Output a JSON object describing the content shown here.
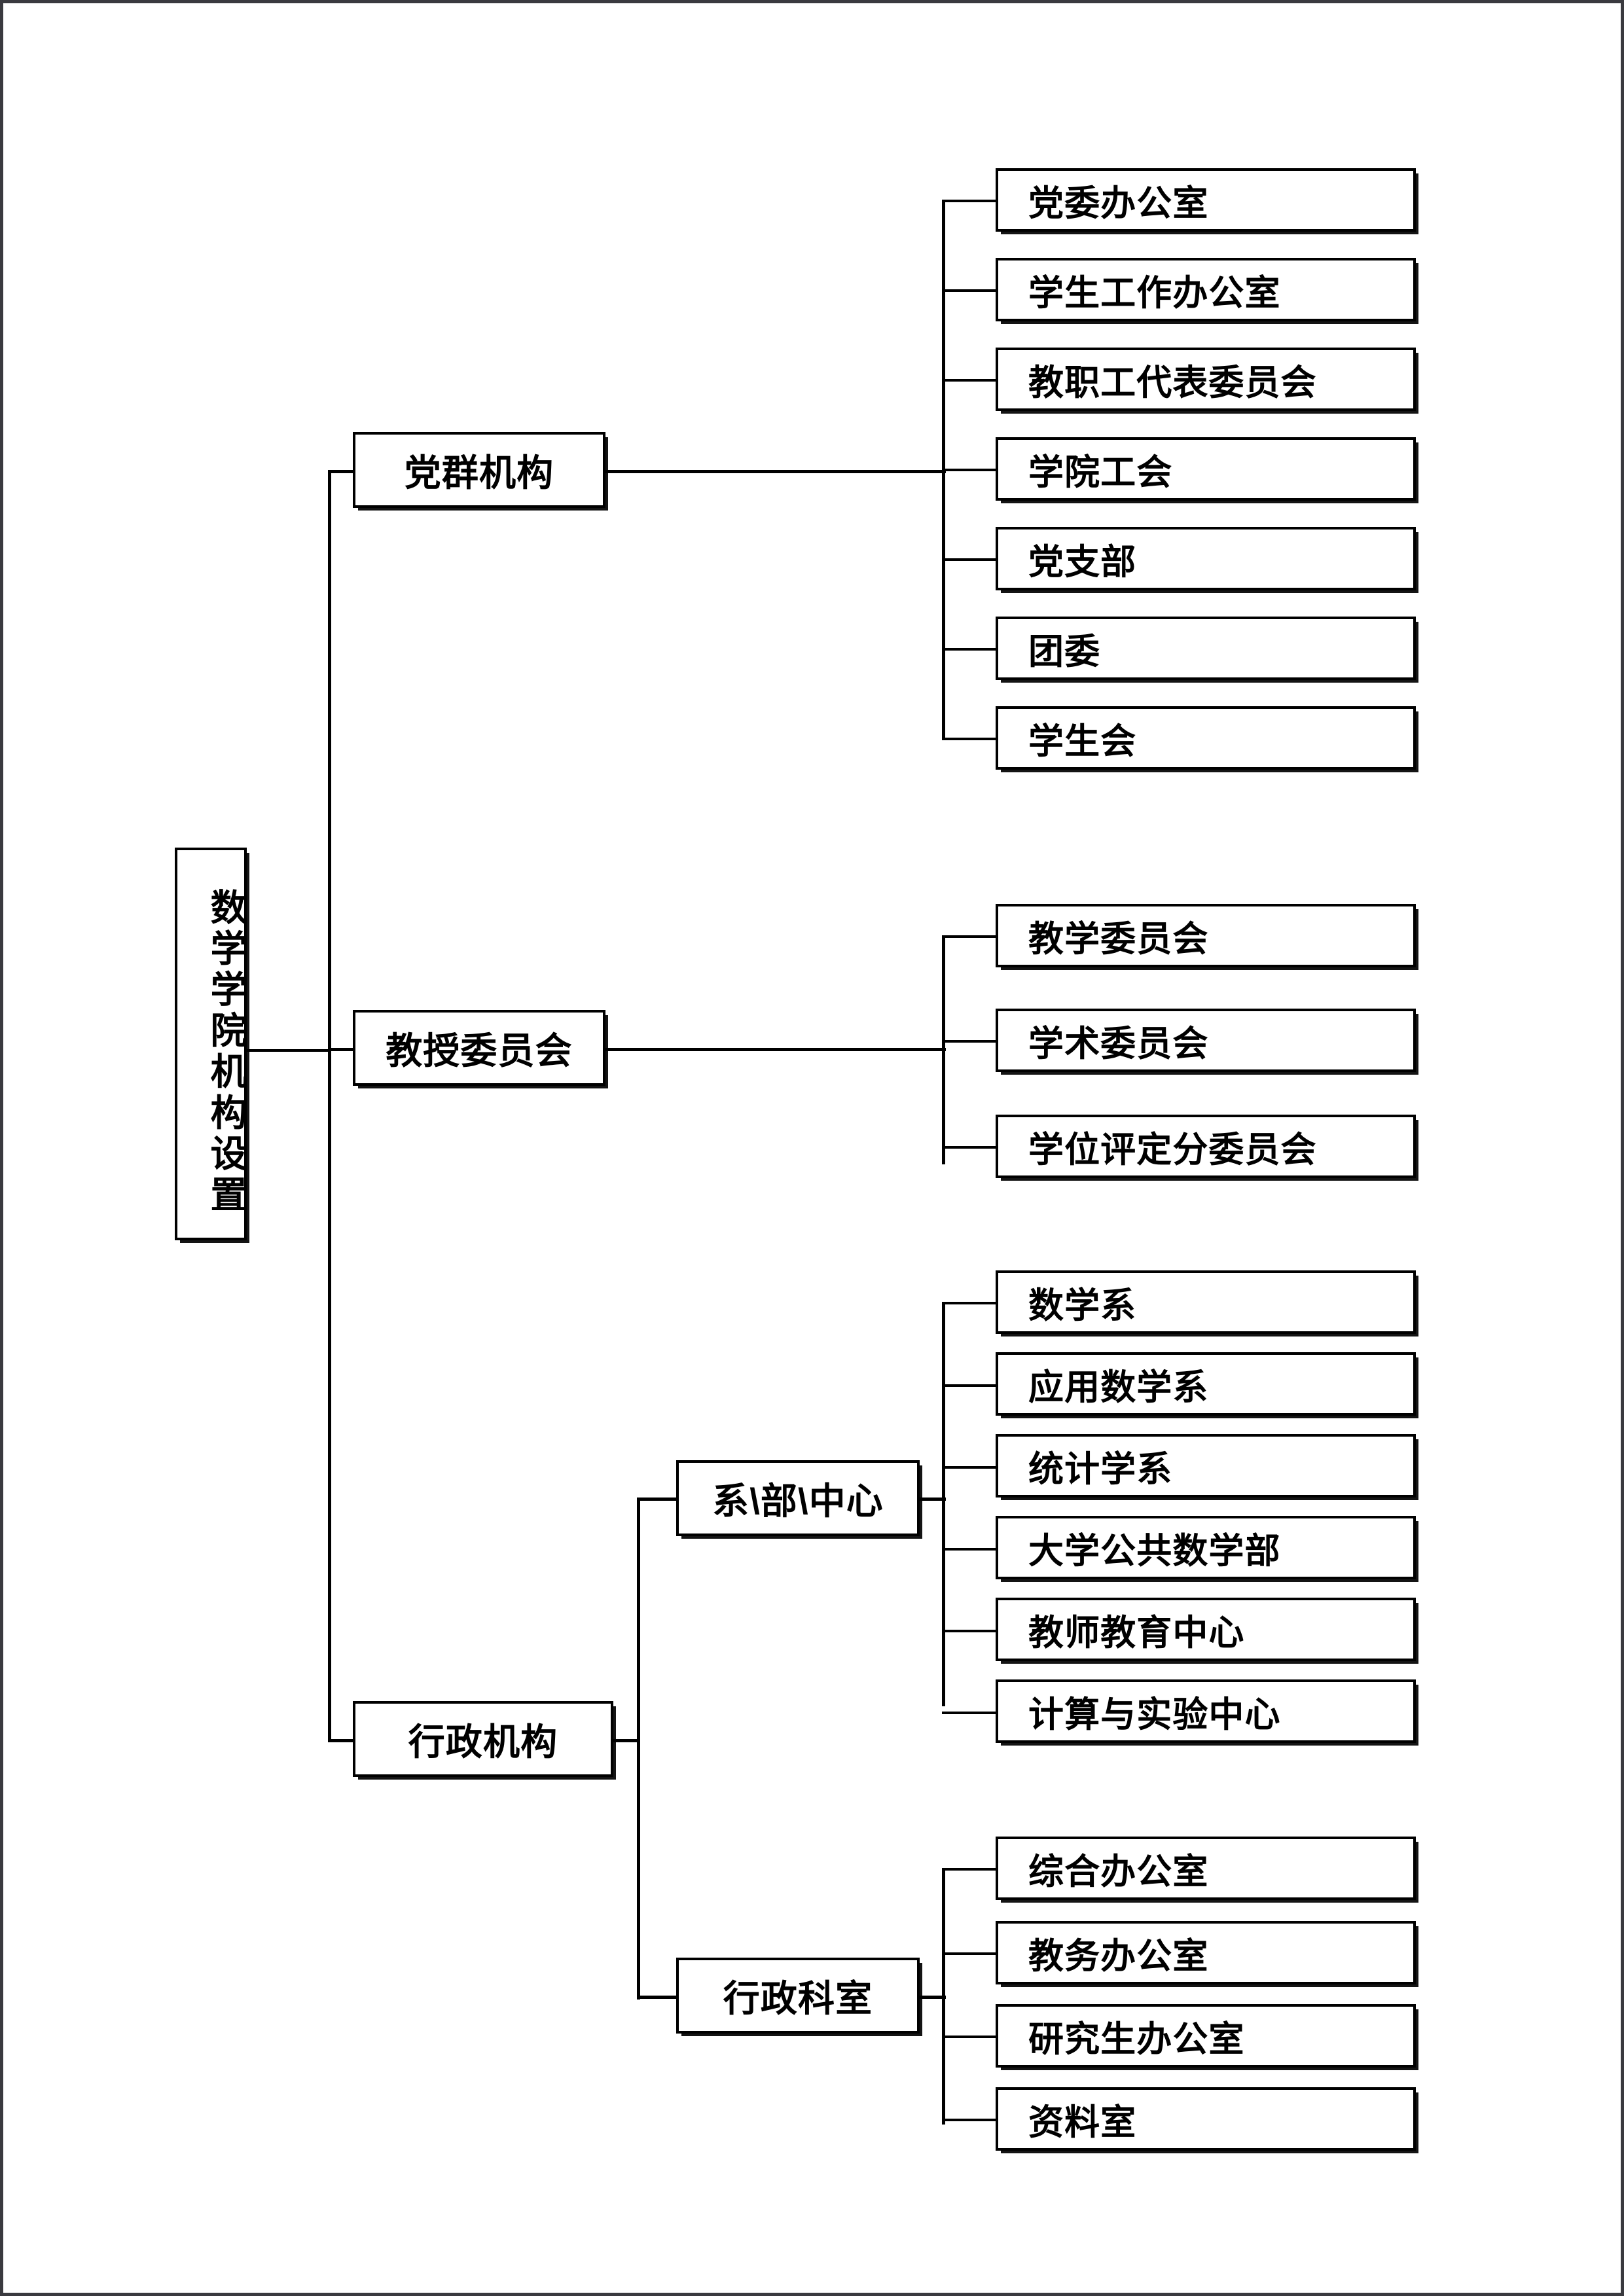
{
  "diagram": {
    "title": "数学学院机构设置",
    "type": "organizational-chart",
    "orientation": "left-to-right",
    "line_color": "#000000",
    "box_fill": "#ffffff",
    "box_border_color": "#000000",
    "page_border_color": "#3a3a3f"
  },
  "root": {
    "label": "数学学院机构设置",
    "orientation": "vertical-text"
  },
  "branches": [
    {
      "label": "党群机构",
      "children": [
        {
          "label": "党委办公室"
        },
        {
          "label": "学生工作办公室"
        },
        {
          "label": "教职工代表委员会"
        },
        {
          "label": "学院工会"
        },
        {
          "label": "党支部"
        },
        {
          "label": "团委"
        },
        {
          "label": "学生会"
        }
      ]
    },
    {
      "label": "教授委员会",
      "children": [
        {
          "label": "教学委员会"
        },
        {
          "label": "学术委员会"
        },
        {
          "label": "学位评定分委员会"
        }
      ]
    },
    {
      "label": "行政机构",
      "subgroups": [
        {
          "label": "系\\部\\中心",
          "children": [
            {
              "label": "数学系"
            },
            {
              "label": "应用数学系"
            },
            {
              "label": "统计学系"
            },
            {
              "label": "大学公共数学部"
            },
            {
              "label": "教师教育中心"
            },
            {
              "label": "计算与实验中心"
            }
          ]
        },
        {
          "label": "行政科室",
          "children": [
            {
              "label": "综合办公室"
            },
            {
              "label": "教务办公室"
            },
            {
              "label": "研究生办公室"
            },
            {
              "label": "资料室"
            }
          ]
        }
      ]
    }
  ]
}
